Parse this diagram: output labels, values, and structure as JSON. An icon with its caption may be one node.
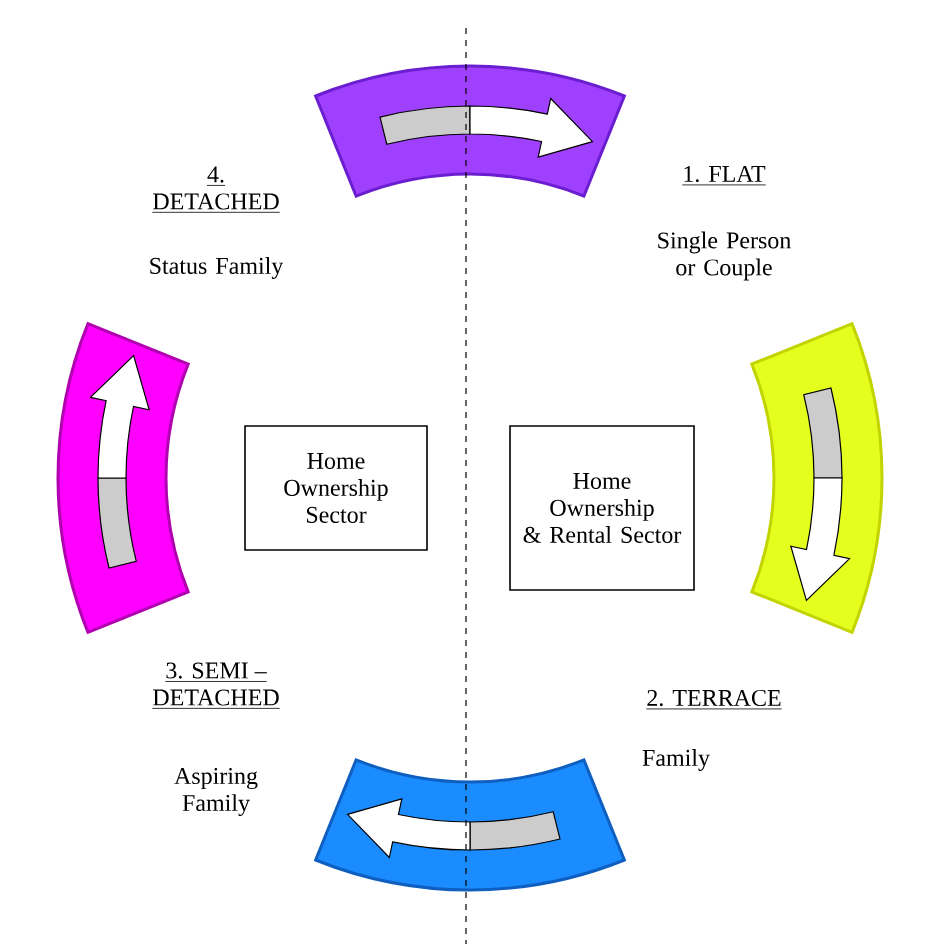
{
  "diagram": {
    "nodes": [
      {
        "text": [
          "Home Ownership Sector"
        ]
      },
      {
        "text": [
          "Home Ownership & Rental Sector"
        ]
      }
    ],
    "labels": [
      "4. DETACHED",
      "1. FLAT",
      "Status Family",
      "Single Person or Couple",
      "3. SEMI – DETACHED",
      "2. TERRACE",
      "Family",
      "Aspiring Family"
    ]
  }
}
